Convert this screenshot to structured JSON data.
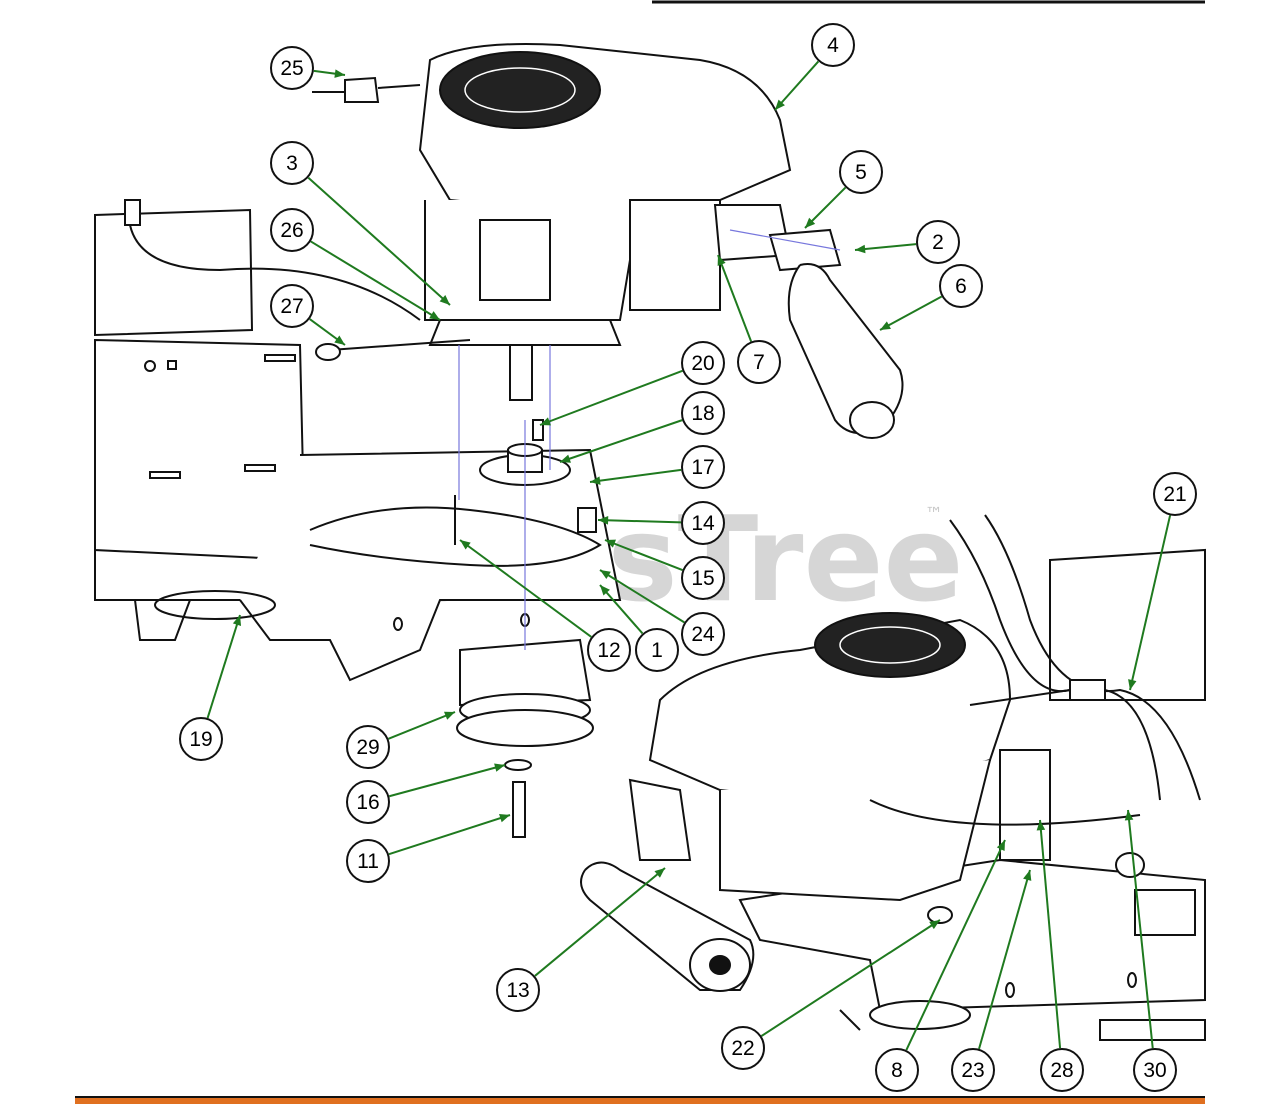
{
  "watermark": {
    "text": "PartsTree",
    "tm": "™"
  },
  "colors": {
    "leader": "#1f7a1f",
    "line": "#111111",
    "footer_bar": "#e07020",
    "guide": "#7777dd"
  },
  "callouts": [
    {
      "label": "25"
    },
    {
      "label": "4"
    },
    {
      "label": "3"
    },
    {
      "label": "5"
    },
    {
      "label": "26"
    },
    {
      "label": "2"
    },
    {
      "label": "6"
    },
    {
      "label": "27"
    },
    {
      "label": "7"
    },
    {
      "label": "20"
    },
    {
      "label": "18"
    },
    {
      "label": "17"
    },
    {
      "label": "14"
    },
    {
      "label": "15"
    },
    {
      "label": "21"
    },
    {
      "label": "24"
    },
    {
      "label": "12"
    },
    {
      "label": "1"
    },
    {
      "label": "19"
    },
    {
      "label": "29"
    },
    {
      "label": "16"
    },
    {
      "label": "11"
    },
    {
      "label": "13"
    },
    {
      "label": "22"
    },
    {
      "label": "8"
    },
    {
      "label": "23"
    },
    {
      "label": "28"
    },
    {
      "label": "30"
    }
  ]
}
